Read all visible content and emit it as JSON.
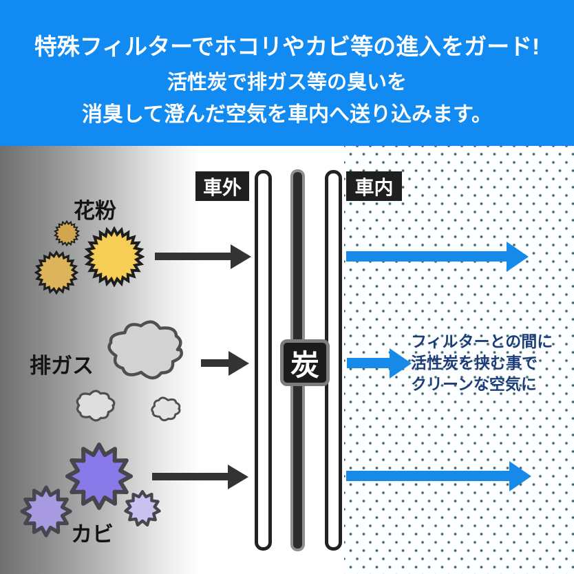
{
  "header": {
    "background": "#118bf2",
    "lines": [
      "特殊フィルターでホコリやカビ等の進入をガード!",
      "活性炭で排ガス等の臭いを",
      "消臭して澄んだ空気を車内へ送り込みます。"
    ]
  },
  "labels": {
    "outside": "車外",
    "inside": "車内",
    "charcoal": "炭",
    "pollen": "花粉",
    "exhaust": "排ガス",
    "mold": "カビ"
  },
  "note": {
    "lines": [
      "フィルターとの間に",
      "活性炭を挟む事で",
      "クリーンな空気に"
    ]
  },
  "colors": {
    "header_blue": "#118bf2",
    "arrow_blue": "#1789e8",
    "arrow_black": "#333333",
    "note_text": "#1c3d7a",
    "dot_teal": "#39666b",
    "pollen_yellow": "#f6cd55",
    "pollen_tan": "#d8ad55",
    "cloud_gray": "#d3d3d3",
    "mold_purple": "#8a79e8",
    "mold_light_purple": "#cac1f1"
  },
  "icons": [
    "pollen-icon",
    "exhaust-cloud-icon",
    "mold-icon",
    "arrow-icon"
  ]
}
